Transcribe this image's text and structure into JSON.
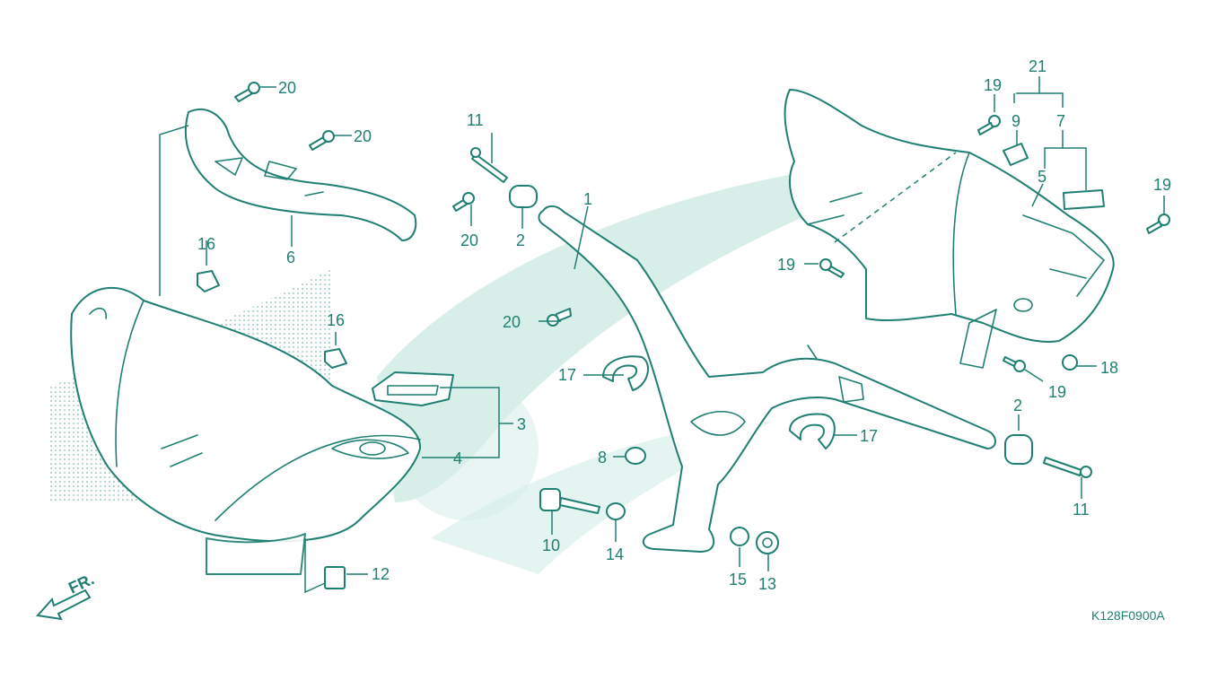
{
  "diagram_code": "K128F0900A",
  "front_indicator": "FR.",
  "callouts": {
    "c1": "1",
    "c2a": "2",
    "c2b": "2",
    "c3": "3",
    "c4": "4",
    "c5": "5",
    "c6": "6",
    "c7": "7",
    "c8": "8",
    "c9": "9",
    "c10": "10",
    "c11a": "11",
    "c11b": "11",
    "c12": "12",
    "c13": "13",
    "c14": "14",
    "c15": "15",
    "c16a": "16",
    "c16b": "16",
    "c17a": "17",
    "c17b": "17",
    "c18": "18",
    "c19a": "19",
    "c19b": "19",
    "c19c": "19",
    "c19d": "19",
    "c20a": "20",
    "c20b": "20",
    "c20c": "20",
    "c20d": "20",
    "c21": "21"
  },
  "colors": {
    "line": "#1f7f73",
    "watermark": "#d8efe9"
  }
}
